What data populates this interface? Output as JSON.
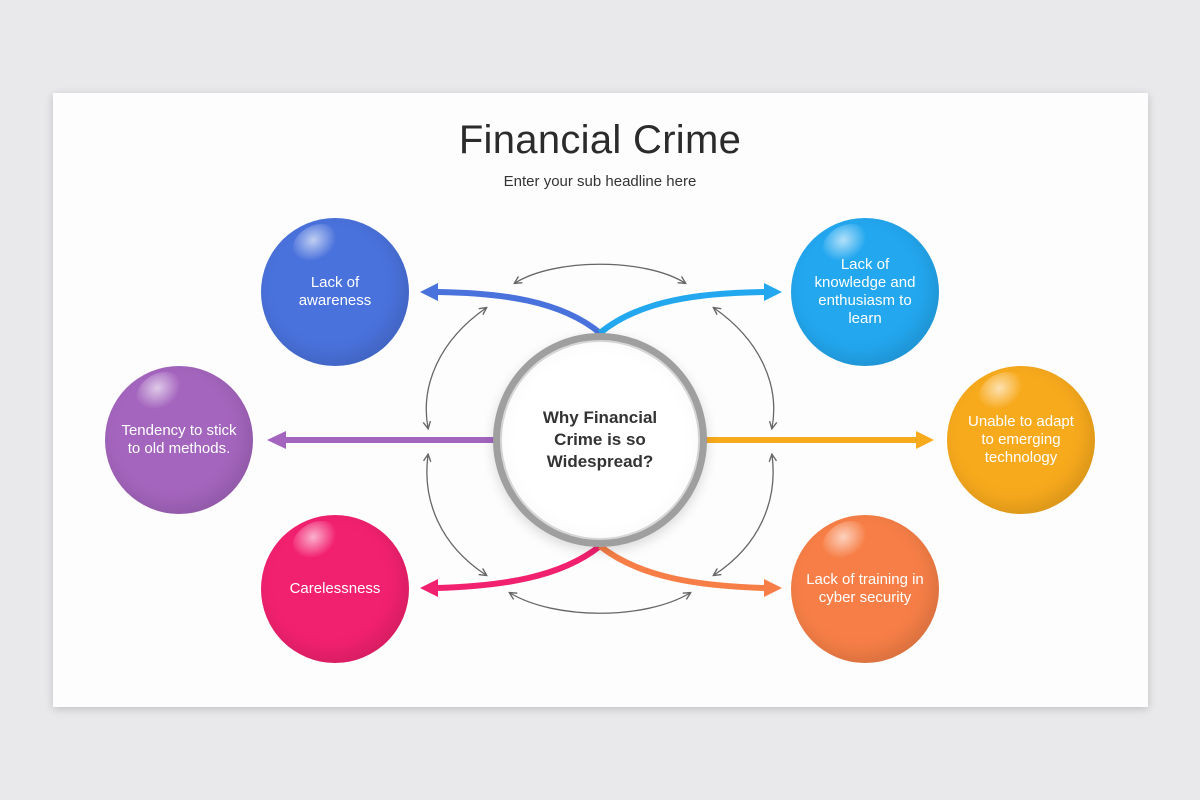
{
  "title": "Financial Crime",
  "subtitle": "Enter your sub headline here",
  "center": {
    "label": "Why Financial Crime is so Widespread?"
  },
  "nodes": [
    {
      "id": "lack-of-awareness",
      "label": "Lack of awareness",
      "color": "#4a72dc"
    },
    {
      "id": "lack-of-knowledge",
      "label": "Lack of knowledge and enthusiasm to learn",
      "color": "#23a7ef"
    },
    {
      "id": "tendency-old-methods",
      "label": "Tendency to stick to old methods.",
      "color": "#a465be"
    },
    {
      "id": "unable-to-adapt",
      "label": "Unable to adapt to emerging technology",
      "color": "#f8aa1d"
    },
    {
      "id": "carelessness",
      "label": "Carelessness",
      "color": "#f2216f"
    },
    {
      "id": "lack-of-training",
      "label": "Lack of training in cyber security",
      "color": "#f77f47"
    }
  ]
}
